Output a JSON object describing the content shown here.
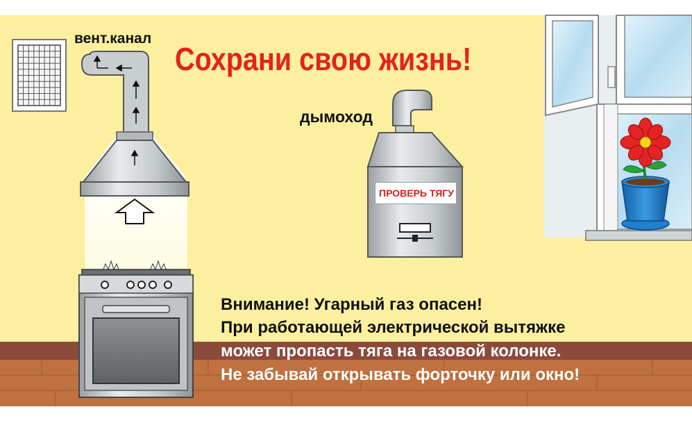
{
  "title": "Сохрани свою жизнь!",
  "labels": {
    "vent_channel": "вент.канал",
    "chimney": "дымоход",
    "boiler_sign": "ПРОВЕРЬ ТЯГУ"
  },
  "message": {
    "line1": "Внимание! Угарный газ опасен!",
    "line2": "При работающей электрической вытяжке",
    "line3": "может пропасть тяга на газовой колонке.",
    "line4": "Не забывай открывать форточку или окно!"
  },
  "colors": {
    "wall": "#fcef9f",
    "floor": "#b86a3c",
    "skirting": "#8c4a3c",
    "title": "#e3231b",
    "metal": "#c8cdd0",
    "glass": "#c4e4f4",
    "flower": "#e42424",
    "pot": "#1f7fd0"
  }
}
